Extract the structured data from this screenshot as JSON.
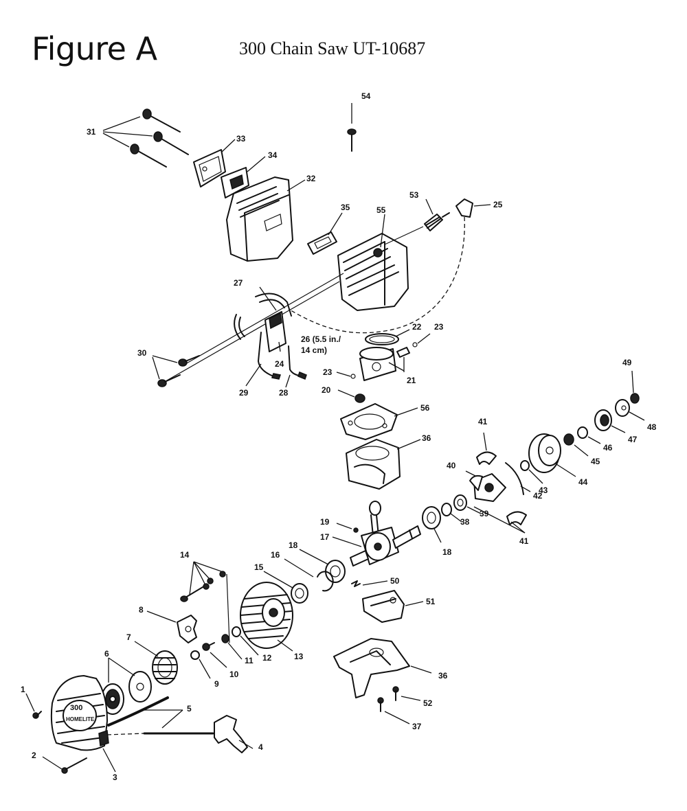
{
  "header": {
    "title": "Figure A",
    "subtitle": "300 Chain Saw UT-10687"
  },
  "diagram": {
    "labels": {
      "l1": "1",
      "l2": "2",
      "l3": "3",
      "l4": "4",
      "l5": "5",
      "l6": "6",
      "l7": "7",
      "l8": "8",
      "l9": "9",
      "l10": "10",
      "l11": "11",
      "l12": "12",
      "l13": "13",
      "l14": "14",
      "l15": "15",
      "l16": "16",
      "l17": "17",
      "l18a": "18",
      "l18b": "18",
      "l19": "19",
      "l20": "20",
      "l21": "21",
      "l22": "22",
      "l23a": "23",
      "l23b": "23",
      "l24": "24",
      "l25": "25",
      "l26": "26 (5.5 in./",
      "l26b": "14 cm)",
      "l27": "27",
      "l28": "28",
      "l29": "29",
      "l30": "30",
      "l31": "31",
      "l32": "32",
      "l33": "33",
      "l34": "34",
      "l35": "35",
      "l36a": "36",
      "l36b": "36",
      "l37": "37",
      "l38": "38",
      "l39": "39",
      "l40": "40",
      "l41a": "41",
      "l41b": "41",
      "l42": "42",
      "l43": "43",
      "l44": "44",
      "l45": "45",
      "l46": "46",
      "l47": "47",
      "l48": "48",
      "l49": "49",
      "l50": "50",
      "l51": "51",
      "l52": "52",
      "l53": "53",
      "l54": "54",
      "l55": "55",
      "l56": "56"
    },
    "starter_cover_text": {
      "model": "300",
      "brand": "HOMELITE"
    }
  }
}
